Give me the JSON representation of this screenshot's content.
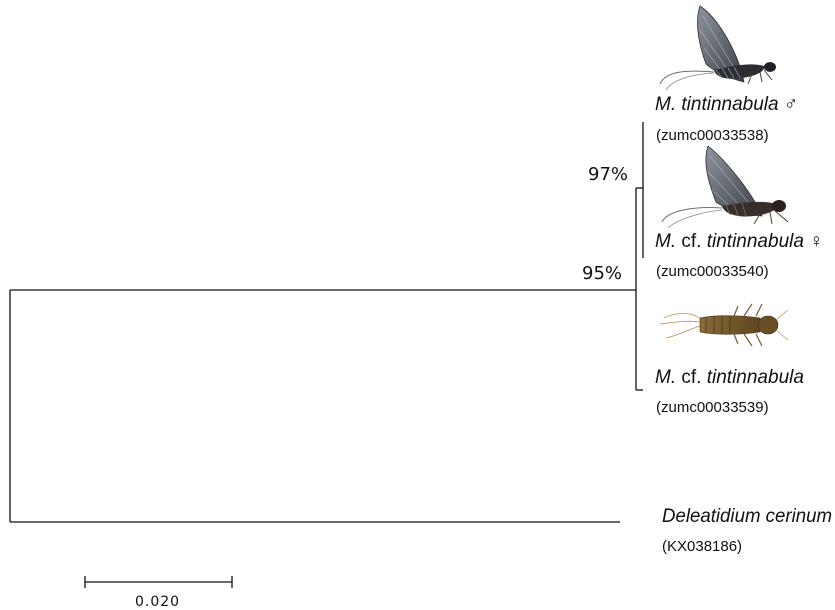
{
  "tree": {
    "taxa": [
      {
        "name_prefix": "M.",
        "name_cf": "",
        "name_main": "tintinnabula",
        "sex_symbol": "♂",
        "accession": "(zumc00033538)",
        "image": "adult-male-mayfly-photo"
      },
      {
        "name_prefix": "M.",
        "name_cf": "cf.",
        "name_main": "tintinnabula",
        "sex_symbol": "♀",
        "accession": "(zumc00033540)",
        "image": "adult-female-mayfly-photo"
      },
      {
        "name_prefix": "M.",
        "name_cf": "cf.",
        "name_main": "tintinnabula",
        "sex_symbol": "",
        "accession": "(zumc00033539)",
        "image": "nymph-mayfly-photo"
      },
      {
        "name_prefix": "",
        "name_cf": "",
        "name_main": "Deleatidium cerinum",
        "sex_symbol": "",
        "accession": "(KX038186)",
        "image": ""
      }
    ],
    "support_values": {
      "inner_node": "97%",
      "outer_node": "95%"
    }
  },
  "scale_bar": {
    "label": "0.020"
  }
}
